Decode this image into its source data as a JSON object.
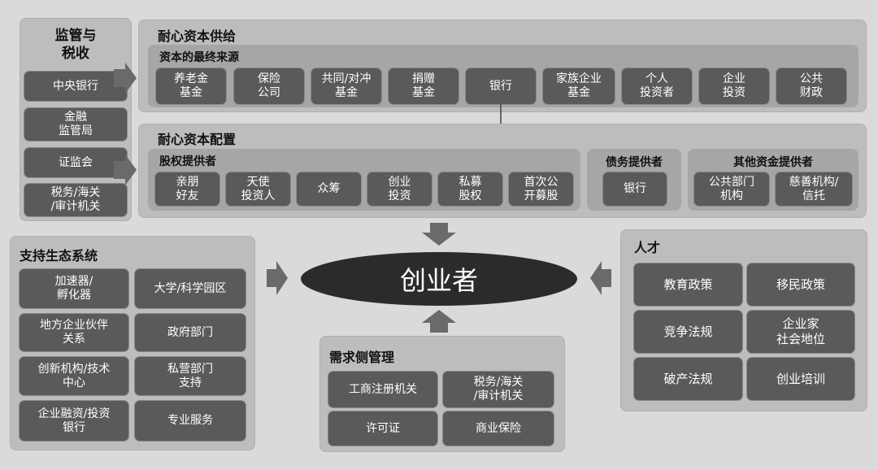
{
  "regulation": {
    "title": "监管与\n税收",
    "items": [
      "中央银行",
      "金融\n监管局",
      "证监会",
      "税务/海关\n/审计机关"
    ]
  },
  "supply": {
    "title": "耐心资本供给",
    "sources_title": "资本的最终来源",
    "sources": [
      "养老金\n基金",
      "保险\n公司",
      "共同/对冲\n基金",
      "捐赠\n基金",
      "银行",
      "家族企业\n基金",
      "个人\n投资者",
      "企业\n投资",
      "公共\n财政"
    ]
  },
  "allocation": {
    "title": "耐心资本配置",
    "equity": {
      "title": "股权提供者",
      "items": [
        "亲朋\n好友",
        "天使\n投资人",
        "众筹",
        "创业\n投资",
        "私募\n股权",
        "首次公\n开募股"
      ]
    },
    "debt": {
      "title": "债务提供者",
      "items": [
        "银行"
      ]
    },
    "other": {
      "title": "其他资金提供者",
      "items": [
        "公共部门\n机构",
        "慈善机构/\n信托"
      ]
    }
  },
  "center": {
    "label": "创业者"
  },
  "ecosystem": {
    "title": "支持生态系统",
    "items": [
      "加速器/\n孵化器",
      "大学/科学园区",
      "地方企业伙伴\n关系",
      "政府部门",
      "创新机构/技术\n中心",
      "私营部门\n支持",
      "企业融资/投资\n银行",
      "专业服务"
    ]
  },
  "demand": {
    "title": "需求侧管理",
    "items": [
      "工商注册机关",
      "税务/海关\n/审计机关",
      "许可证",
      "商业保险"
    ]
  },
  "talent": {
    "title": "人才",
    "items": [
      "教育政策",
      "移民政策",
      "竞争法规",
      "企业家\n社会地位",
      "破产法规",
      "创业培训"
    ]
  },
  "colors": {
    "background": "#dadada",
    "panel": "#bdbdbd",
    "subpanel": "#a6a6a6",
    "box": "#5a5a5a",
    "ellipse": "#2b2b2b",
    "arrow": "#6a6a6a"
  }
}
